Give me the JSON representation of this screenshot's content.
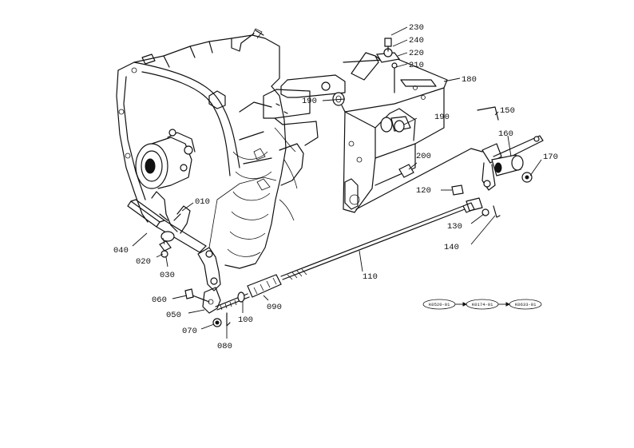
{
  "part_labels": {
    "p230": "230",
    "p240": "240",
    "p220": "220",
    "p210": "210",
    "p180": "180",
    "p190a": "190",
    "p190b": "190",
    "p200": "200",
    "p150": "150",
    "p160": "160",
    "p170": "170",
    "p120": "120",
    "p130": "130",
    "p140": "140",
    "p010": "010",
    "p040": "040",
    "p020": "020",
    "p030": "030",
    "p110": "110",
    "p060": "060",
    "p050": "050",
    "p070": "070",
    "p080": "080",
    "p100": "100",
    "p090": "090"
  },
  "serial_codes": [
    "K0520-01",
    "K0174-01",
    "K0633-01"
  ]
}
